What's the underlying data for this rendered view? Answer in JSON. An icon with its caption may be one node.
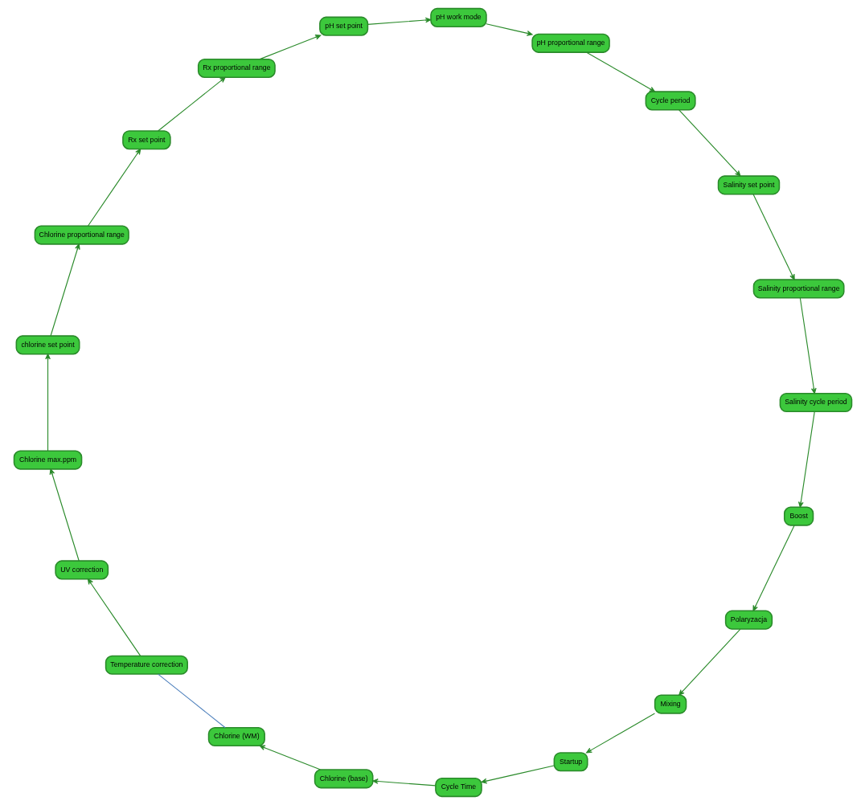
{
  "diagram": {
    "nodes": [
      {
        "text": [
          "Boost"
        ]
      },
      {
        "text": [
          "Polaryzacja"
        ]
      },
      {
        "text": [
          "Mixing"
        ]
      },
      {
        "text": [
          "Startup"
        ]
      },
      {
        "text": [
          "Cycle Time"
        ]
      },
      {
        "text": [
          "Chlorine (base)"
        ]
      },
      {
        "text": [
          "Chlorine (WM)"
        ]
      },
      {
        "text": [
          "Temperature correction"
        ]
      },
      {
        "text": [
          "UV correction"
        ]
      },
      {
        "text": [
          "Chlorine max.ppm"
        ]
      },
      {
        "text": [
          "chlorine set point"
        ]
      },
      {
        "text": [
          "Chlorine proportional range"
        ]
      },
      {
        "text": [
          "Rx set point"
        ]
      },
      {
        "text": [
          "Rx proportional range"
        ]
      },
      {
        "text": [
          "pH set point"
        ]
      },
      {
        "text": [
          "pH work mode"
        ]
      },
      {
        "text": [
          "pH proportional range"
        ]
      },
      {
        "text": [
          "Cycle period"
        ]
      },
      {
        "text": [
          "Salinity set point"
        ]
      },
      {
        "text": [
          "Salinity proportional range"
        ]
      },
      {
        "text": [
          "Salinity cycle period"
        ]
      }
    ],
    "edges": [
      {
        "from": 0,
        "to": 1,
        "arrow": "to"
      },
      {
        "from": 1,
        "to": 2,
        "arrow": "to"
      },
      {
        "from": 2,
        "to": 3,
        "arrow": "to"
      },
      {
        "from": 3,
        "to": 4,
        "arrow": "to"
      },
      {
        "from": 4,
        "to": 5,
        "arrow": "to"
      },
      {
        "from": 5,
        "to": 6,
        "arrow": "to"
      },
      {
        "from": 6,
        "to": 7,
        "arrow": "none",
        "color": "#4f81bd"
      },
      {
        "from": 7,
        "to": 8,
        "arrow": "to"
      },
      {
        "from": 8,
        "to": 9,
        "arrow": "to"
      },
      {
        "from": 9,
        "to": 10,
        "arrow": "to"
      },
      {
        "from": 10,
        "to": 11,
        "arrow": "to"
      },
      {
        "from": 11,
        "to": 12,
        "arrow": "to"
      },
      {
        "from": 12,
        "to": 13,
        "arrow": "to"
      },
      {
        "from": 13,
        "to": 14,
        "arrow": "to"
      },
      {
        "from": 14,
        "to": 15,
        "arrow": "to"
      },
      {
        "from": 15,
        "to": 16,
        "arrow": "to"
      },
      {
        "from": 16,
        "to": 17,
        "arrow": "to"
      },
      {
        "from": 17,
        "to": 18,
        "arrow": "to"
      },
      {
        "from": 18,
        "to": 19,
        "arrow": "to"
      },
      {
        "from": 19,
        "to": 20,
        "arrow": "to"
      },
      {
        "from": 20,
        "to": 0,
        "arrow": "to"
      }
    ]
  }
}
